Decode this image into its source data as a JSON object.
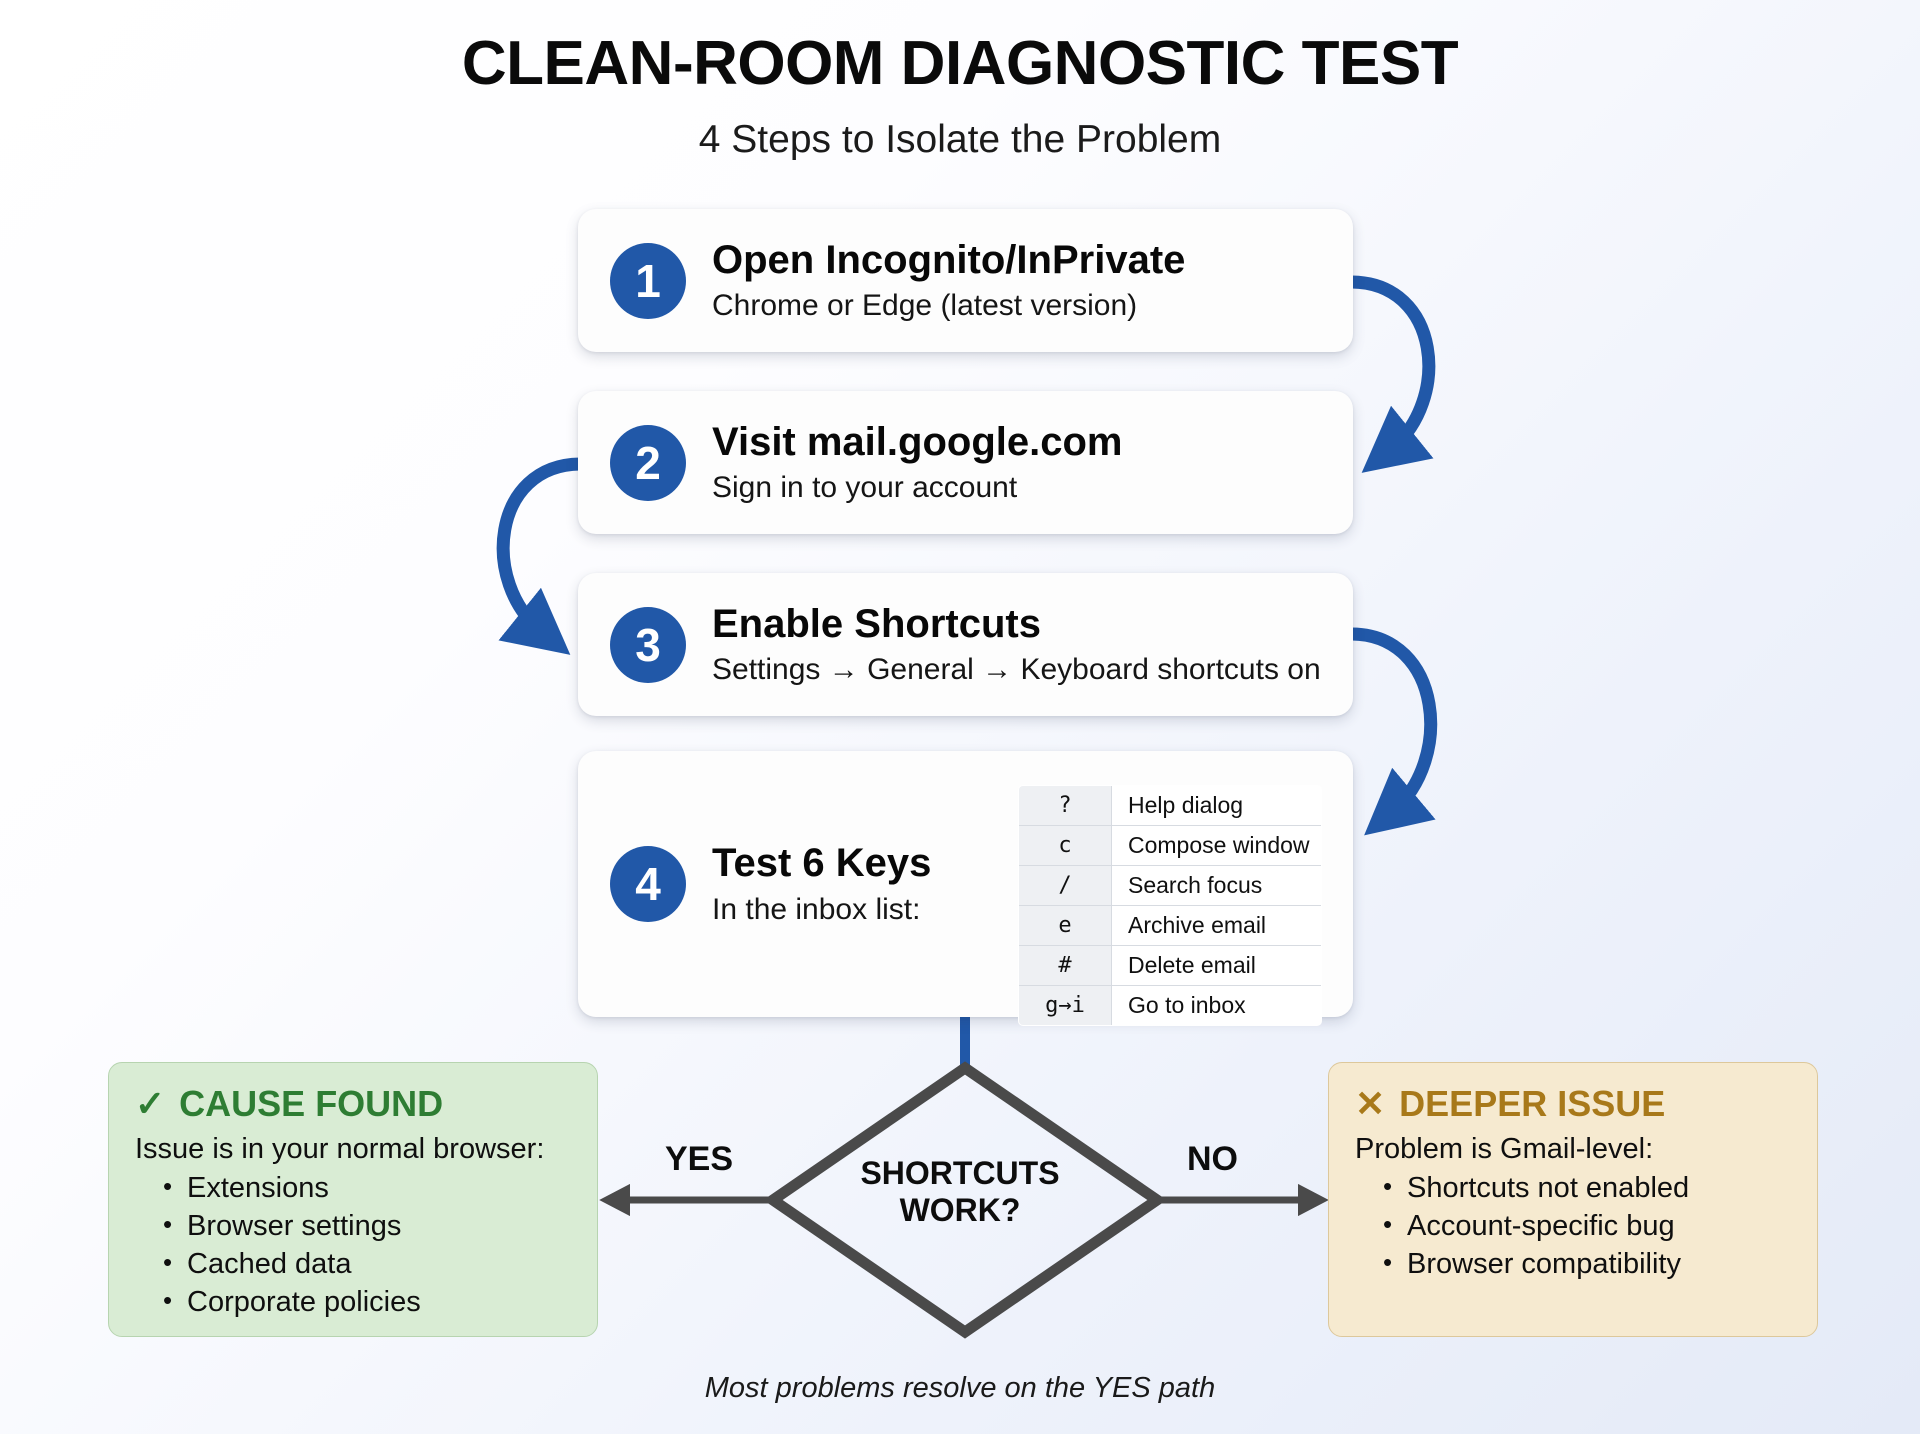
{
  "header": {
    "title": "CLEAN-ROOM DIAGNOSTIC TEST",
    "subtitle": "4 Steps to Isolate the Problem"
  },
  "steps": [
    {
      "number": "1",
      "title": "Open Incognito/InPrivate",
      "subtitle": "Chrome or Edge (latest version)"
    },
    {
      "number": "2",
      "title": "Visit mail.google.com",
      "subtitle": "Sign in to your account"
    },
    {
      "number": "3",
      "title": "Enable Shortcuts",
      "subtitle": "Settings → General → Keyboard shortcuts on"
    },
    {
      "number": "4",
      "title": "Test 6 Keys",
      "subtitle": "In the inbox list:"
    }
  ],
  "shortcuts_table": {
    "rows": [
      {
        "key": "?",
        "action": "Help dialog"
      },
      {
        "key": "c",
        "action": "Compose window"
      },
      {
        "key": "/",
        "action": "Search focus"
      },
      {
        "key": "e",
        "action": "Archive email"
      },
      {
        "key": "#",
        "action": "Delete email"
      },
      {
        "key": "g→i",
        "action": "Go to inbox"
      }
    ]
  },
  "decision": {
    "line1": "SHORTCUTS",
    "line2": "WORK?",
    "yes_label": "YES",
    "no_label": "NO"
  },
  "outcomes": {
    "cause_found": {
      "icon": "✓",
      "heading": "CAUSE FOUND",
      "lead": "Issue is in your normal browser:",
      "items": [
        "Extensions",
        "Browser settings",
        "Cached data",
        "Corporate policies"
      ],
      "color": "#2e7d33",
      "background": "#d9ecd4"
    },
    "deeper_issue": {
      "icon": "✕",
      "heading": "DEEPER ISSUE",
      "lead": "Problem is Gmail-level:",
      "items": [
        "Shortcuts not enabled",
        "Account-specific bug",
        "Browser compatibility"
      ],
      "color": "#a8791a",
      "background": "#f6ead0"
    }
  },
  "footnote": "Most problems resolve on the YES path",
  "colors": {
    "step_badge": "#2158a8",
    "connector_arrow": "#2158a8",
    "decision_outline": "#4a4a4a"
  }
}
